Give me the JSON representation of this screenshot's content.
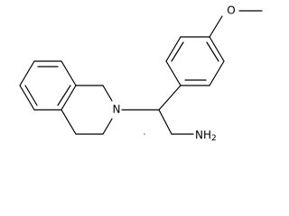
{
  "molecule": {
    "atom_labels": {
      "ring_nitrogen": "N",
      "methoxy_oxygen": "O",
      "amine": "NH",
      "amine_subscript": "2"
    },
    "line_color": "#000000",
    "background": "#ffffff"
  }
}
